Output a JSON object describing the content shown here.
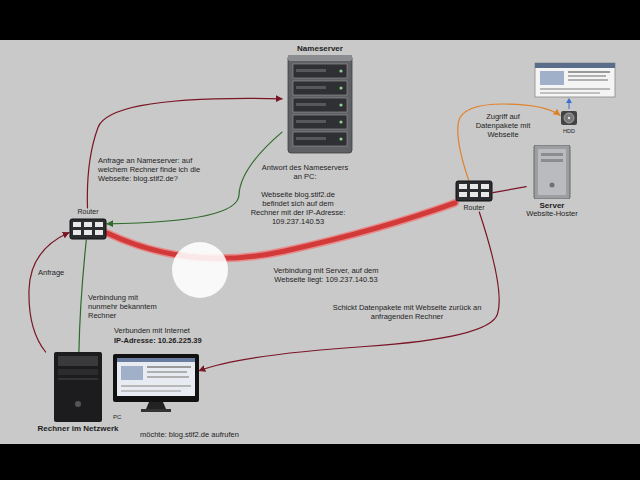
{
  "diagram": {
    "nodes": [
      {
        "text": [
          "Nameserver"
        ]
      },
      {
        "text": [
          "Router"
        ]
      },
      {
        "text": [
          "Rechner im Netzwerk"
        ]
      },
      {
        "text": [
          "PC"
        ]
      },
      {
        "text": [
          "Router"
        ]
      },
      {
        "text": [
          "Server",
          "Website-Hoster"
        ]
      },
      {
        "text": [
          "HDD"
        ]
      }
    ],
    "edges": [
      {
        "from": 2,
        "to": 1,
        "arrow": "to",
        "label": "Anfrage"
      },
      {
        "from": 1,
        "to": 0,
        "arrow": "to",
        "label": "Anfrage an Nameserver: auf welchem Rechner finde ich die Webseite: blog.stif2.de?"
      },
      {
        "from": 0,
        "to": 1,
        "arrow": "to",
        "label": "Antwort des Nameservers an PC:"
      },
      {
        "from": 1,
        "to": 4,
        "arrow": "none",
        "label": "Verbindung mit Server, auf dem Webseite liegt: 109.237.140.53"
      },
      {
        "from": 4,
        "to": 3,
        "arrow": "to",
        "label": "Schickt Datenpakete mit Webseite zurück an anfragenden Rechner"
      },
      {
        "from": 1,
        "to": 2,
        "arrow": "none",
        "label": "Verbindung mit nunmehr bekanntem Rechner"
      },
      {
        "from": 4,
        "to": 6,
        "arrow": "to",
        "label": "Zugriff auf Datenpakete mit Webseite"
      },
      {
        "from": 4,
        "to": 5,
        "arrow": "none"
      }
    ],
    "labels": [
      "Webseite blog.stif2.de befindet sich auf dem Rechner mit der IP-Adresse: 109.237.140.53",
      "Verbunden mit Internet",
      "IP-Adresse: 10.26.225.39",
      "möchte: blog.stif2.de aufrufen"
    ]
  }
}
